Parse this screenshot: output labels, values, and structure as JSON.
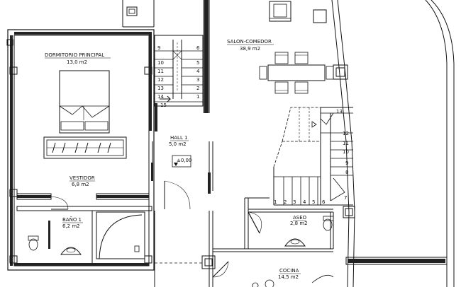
{
  "rooms": {
    "dormitorio": {
      "name": "DORMITORIO PRINCIPAL",
      "area": "13,0 m2"
    },
    "salon": {
      "name": "SALON-COMEDOR",
      "area": "38,9 m2"
    },
    "hall": {
      "name": "HALL 1",
      "area": "5,0 m2"
    },
    "vestidor": {
      "name": "VESTIDOR",
      "area": "6,8 m2"
    },
    "bano": {
      "name": "BAÑO 1",
      "area": "6,2 m2"
    },
    "aseo": {
      "name": "ASEO",
      "area": "2,8 m2"
    },
    "cocina": {
      "name": "COCINA",
      "area": "14,5 m2"
    }
  },
  "level_mark": "±0,00",
  "stair_upper_left": [
    "9",
    "10",
    "11",
    "12",
    "13",
    "14",
    "15"
  ],
  "stair_upper_right": [
    "6",
    "5",
    "4",
    "3",
    "2",
    "1"
  ],
  "stair_main_right": [
    "12",
    "11",
    "10",
    "9",
    "8",
    "7"
  ],
  "stair_main_top": "13",
  "stair_main_bottom": [
    "1",
    "2",
    "3",
    "4",
    "5",
    "6"
  ],
  "icons": [
    "bed",
    "armchair",
    "dining-table",
    "toilet",
    "sink",
    "bathtub",
    "door-swing",
    "stair-arrow"
  ]
}
